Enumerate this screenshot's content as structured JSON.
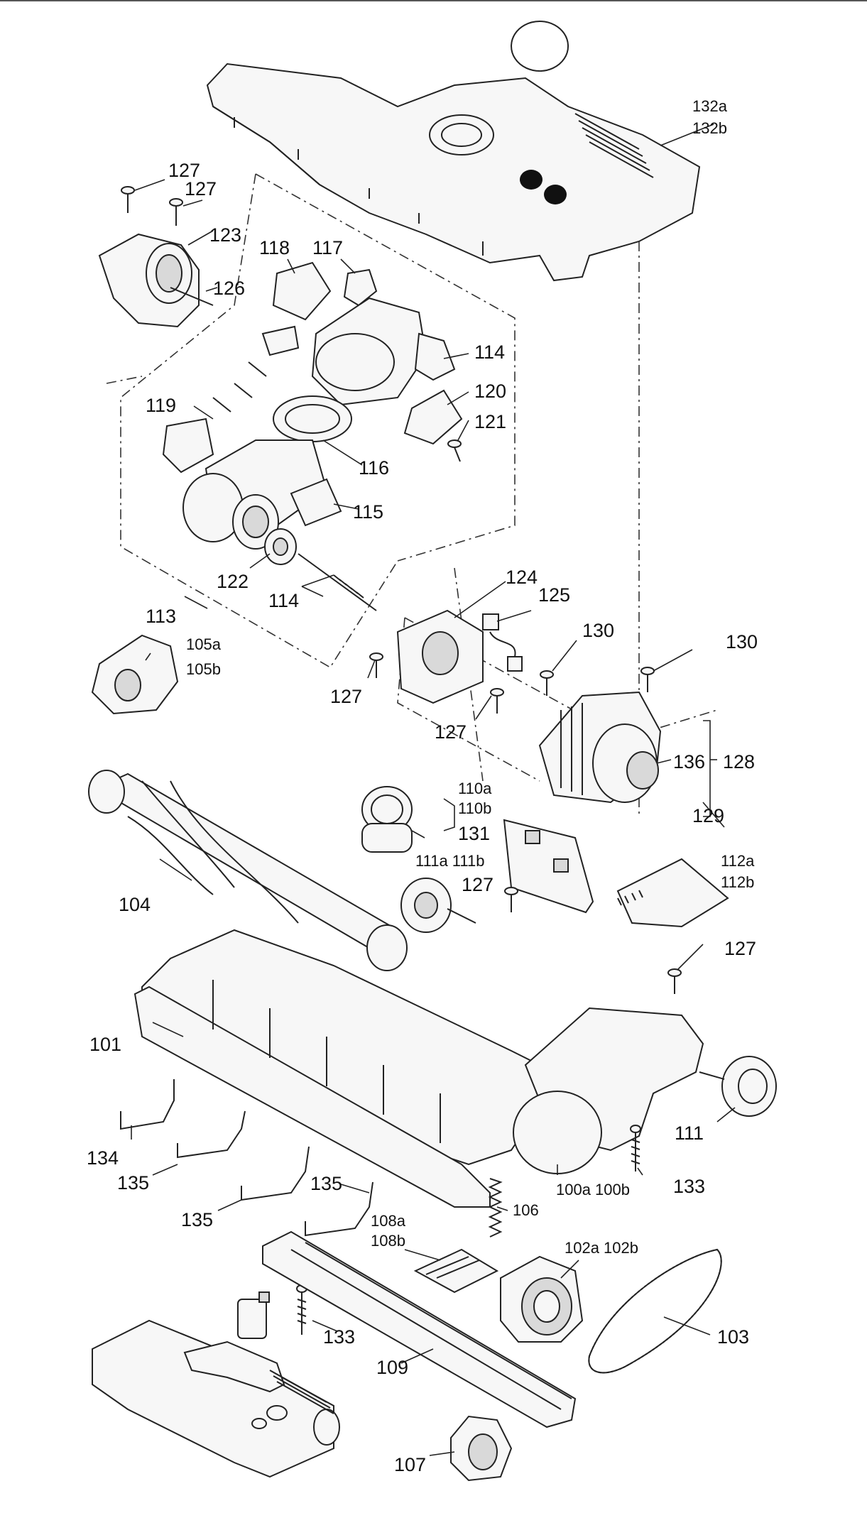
{
  "labels": {
    "l100": "100a 100b",
    "l101": "101",
    "l102": "102a 102b",
    "l103": "103",
    "l104": "104",
    "l105a": "105a",
    "l105b": "105b",
    "l106": "106",
    "l107": "107",
    "l108a": "108a",
    "l108b": "108b",
    "l109": "109",
    "l110a": "110a",
    "l110b": "110b",
    "l111": "111",
    "l111ab": "111a 111b",
    "l112a": "112a",
    "l112b": "112b",
    "l113": "113",
    "l114a": "114",
    "l114b": "114",
    "l115": "115",
    "l116": "116",
    "l117": "117",
    "l118": "118",
    "l119": "119",
    "l120": "120",
    "l121": "121",
    "l122": "122",
    "l123": "123",
    "l124": "124",
    "l125": "125",
    "l126": "126",
    "l127a": "127",
    "l127b": "127",
    "l127c": "127",
    "l127d": "127",
    "l127e": "127",
    "l127f": "127",
    "l128": "128",
    "l129": "129",
    "l130a": "130",
    "l130b": "130",
    "l131": "131",
    "l132a": "132a",
    "l132b": "132b",
    "l133a": "133",
    "l133b": "133",
    "l134": "134",
    "l135a": "135",
    "l135b": "135",
    "l135c": "135",
    "l136": "136"
  }
}
